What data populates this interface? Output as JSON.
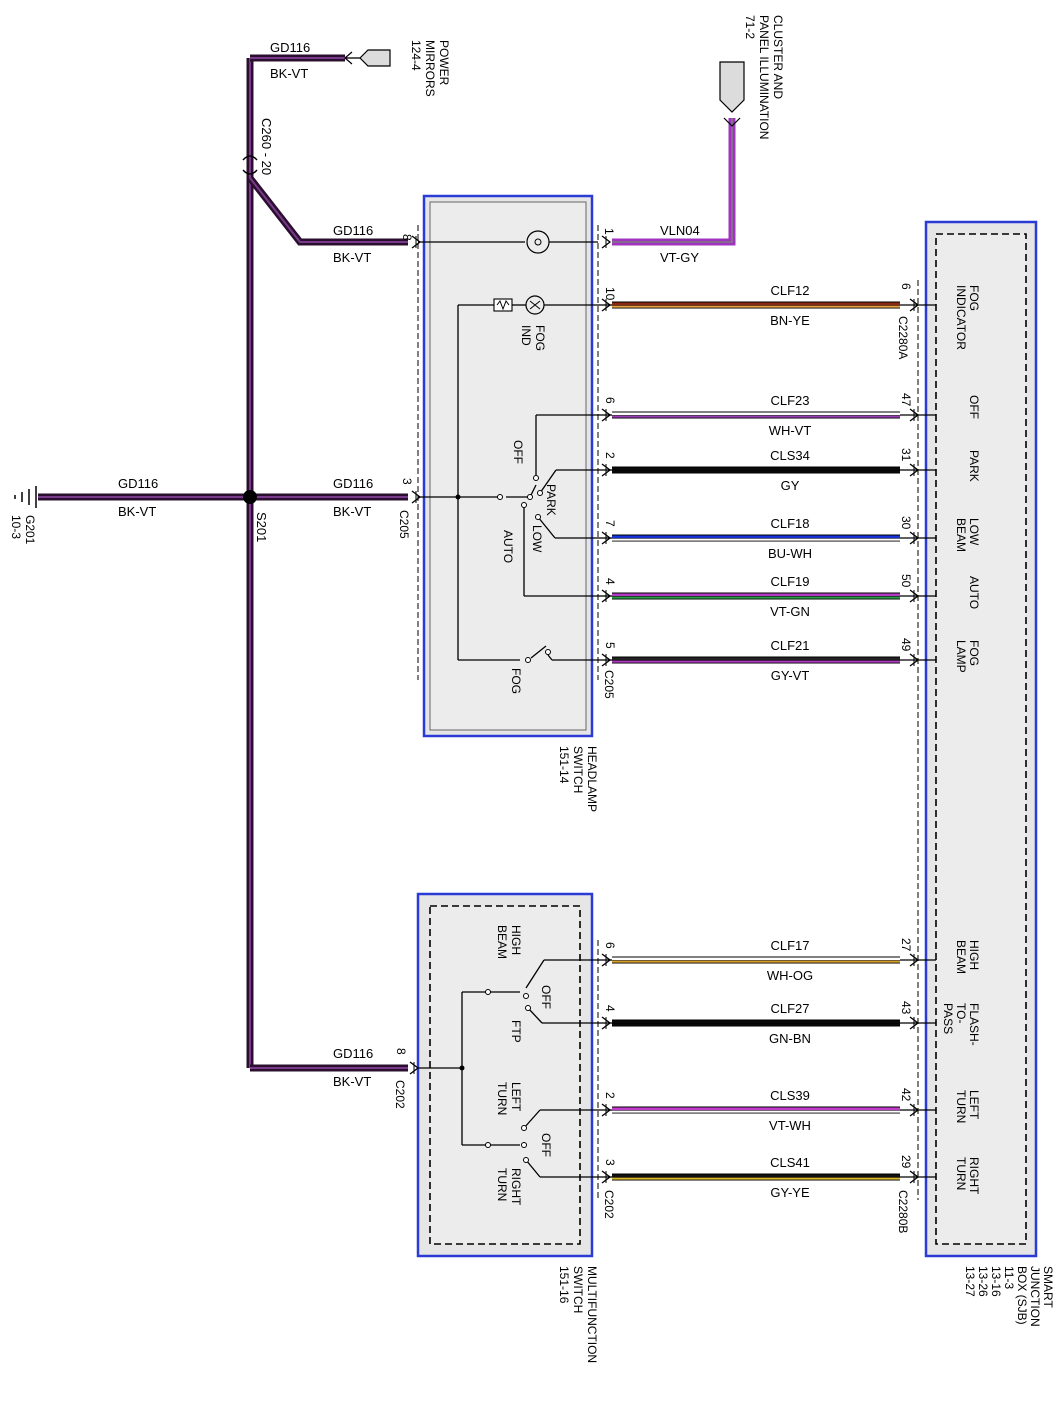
{
  "components": {
    "headlamp_switch": [
      "HEADLAMP",
      "SWITCH",
      "151-14"
    ],
    "multifunction_switch": [
      "MULTIFUNCTION",
      "SWITCH",
      "151-16"
    ],
    "sjb": [
      "SMART",
      "JUNCTION",
      "BOX (SJB)",
      "11-3",
      "13-16",
      "13-26",
      "13-27"
    ],
    "power_mirrors": [
      "POWER",
      "MIRRORS",
      "124-4"
    ],
    "cluster": [
      "CLUSTER AND",
      "PANEL ILLUMINATION",
      "71-2"
    ],
    "ground": [
      "G201",
      "10-3"
    ]
  },
  "ground_labels": {
    "gd_main": "GD116",
    "bk_main": "BK-VT",
    "gd_top": "GD116",
    "bk_top": "BK-VT",
    "gd_c260": "GD116",
    "bk_c260": "BK-VT",
    "gd_c205": "GD116",
    "bk_c205": "BK-VT",
    "gd_c202": "GD116",
    "bk_c202": "BK-VT",
    "splice": "S201",
    "c260": "C260 - 20"
  },
  "connectors": {
    "c205_top": "C205",
    "c205_bottom": "C205",
    "c202_left": "C202",
    "c202_right": "C202",
    "c2280a": "C2280A",
    "c2280b": "C2280B"
  },
  "switch_pins": {
    "c260_in": "8",
    "ground_in": "3",
    "mfs_ground_in": "8"
  },
  "internal_labels": {
    "fog_ind": [
      "FOG",
      "IND"
    ],
    "off": "OFF",
    "park": "PARK",
    "low": "LOW",
    "auto": "AUTO",
    "fog": "FOG",
    "high_beam": [
      "HIGH",
      "BEAM"
    ],
    "mf_off1": "OFF",
    "ftp": "FTP",
    "left_turn": [
      "LEFT",
      "TURN"
    ],
    "mf_off2": "OFF",
    "right_turn": [
      "RIGHT",
      "TURN"
    ]
  },
  "vln": {
    "circuit": "VLN04",
    "color": "VT-GY",
    "pin": "1"
  },
  "circuits": [
    {
      "circuit": "CLF12",
      "color": "BN-YE",
      "switch_pin": "10",
      "sjb_pin": "6",
      "sjb_label": [
        "FOG",
        "INDICATOR"
      ],
      "c1": "#8b2a12",
      "c2": "#e8a040"
    },
    {
      "circuit": "CLF23",
      "color": "WH-VT",
      "switch_pin": "6",
      "sjb_pin": "47",
      "sjb_label": [
        "OFF"
      ],
      "c1": "#ffffff",
      "c2": "#9b3bb5"
    },
    {
      "circuit": "CLS34",
      "color": "GY",
      "switch_pin": "2",
      "sjb_pin": "31",
      "sjb_label": [
        "PARK"
      ],
      "c1": "#0a0a0a",
      "c2": "#0a0a0a"
    },
    {
      "circuit": "CLF18",
      "color": "BU-WH",
      "switch_pin": "7",
      "sjb_pin": "30",
      "sjb_label": [
        "LOW",
        "BEAM"
      ],
      "c1": "#1533d6",
      "c2": "#ffffff"
    },
    {
      "circuit": "CLF19",
      "color": "VT-GN",
      "switch_pin": "4",
      "sjb_pin": "50",
      "sjb_label": [
        "AUTO"
      ],
      "c1": "#b03bc0",
      "c2": "#22a040"
    },
    {
      "circuit": "CLF21",
      "color": "GY-VT",
      "switch_pin": "5",
      "sjb_pin": "49",
      "sjb_label": [
        "FOG",
        "LAMP"
      ],
      "c1": "#222222",
      "c2": "#b03bc0"
    },
    {
      "circuit": "CLF17",
      "color": "WH-OG",
      "switch_pin": "6",
      "sjb_pin": "27",
      "sjb_label": [
        "HIGH",
        "BEAM"
      ],
      "c1": "#ffffff",
      "c2": "#d8a02a"
    },
    {
      "circuit": "CLF27",
      "color": "GN-BN",
      "switch_pin": "4",
      "sjb_pin": "43",
      "sjb_label": [
        "FLASH-",
        "TO-",
        "PASS"
      ],
      "c1": "#0a0a0a",
      "c2": "#0a0a0a"
    },
    {
      "circuit": "CLS39",
      "color": "VT-WH",
      "switch_pin": "2",
      "sjb_pin": "42",
      "sjb_label": [
        "LEFT",
        "TURN"
      ],
      "c1": "#c03ccd",
      "c2": "#ffffff"
    },
    {
      "circuit": "CLS41",
      "color": "GY-YE",
      "switch_pin": "3",
      "sjb_pin": "29",
      "sjb_label": [
        "RIGHT",
        "TURN"
      ],
      "c1": "#111111",
      "c2": "#d8b62a"
    }
  ],
  "colors": {
    "ground_wire": "#2a0f2e",
    "ground_stripe": "#7a3a8c",
    "vln_wire": "#a033c0",
    "box_border": "#2b3bd6",
    "box_fill": "#ececec"
  }
}
